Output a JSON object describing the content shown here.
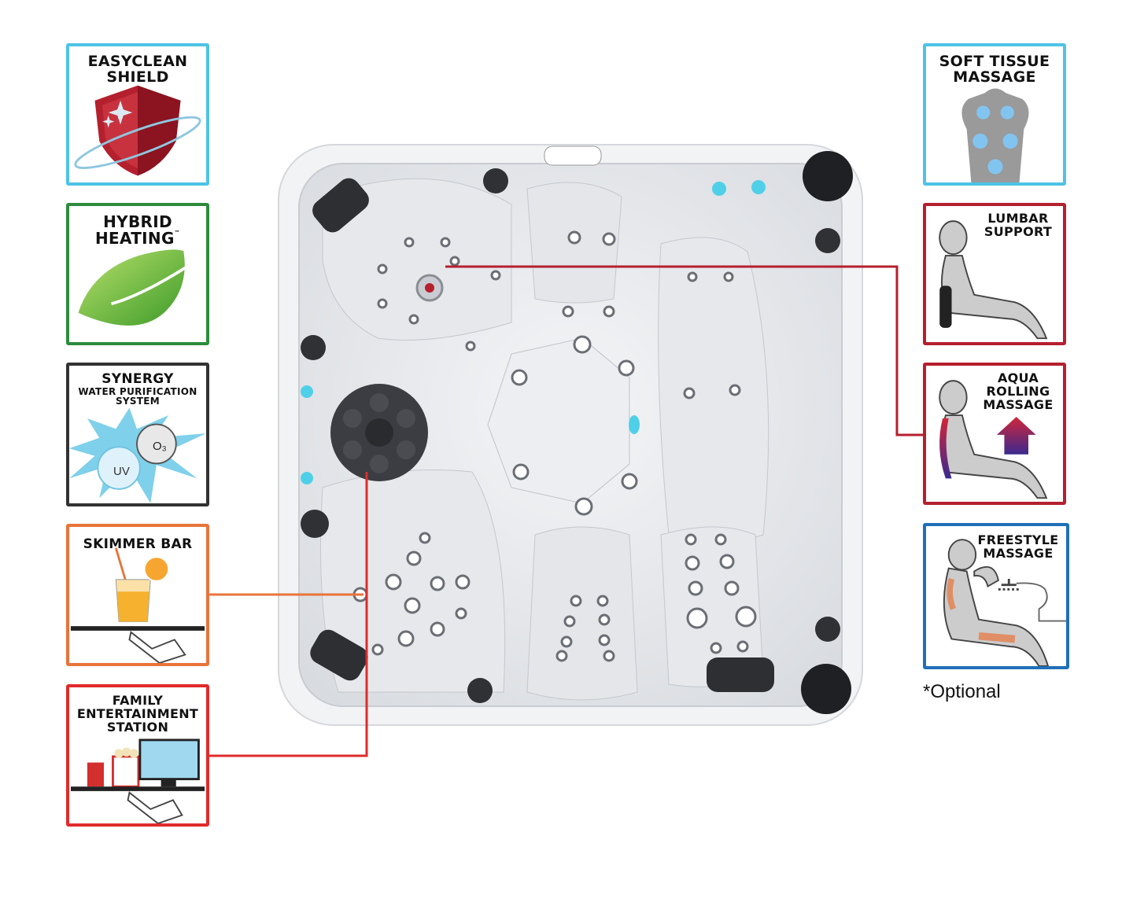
{
  "left_features": [
    {
      "title_lines": [
        "EASYCLEAN",
        "SHIELD"
      ],
      "icon": "shield-icon",
      "border_color": "#4ec3e6"
    },
    {
      "title_lines": [
        "HYBRID",
        "HEATING"
      ],
      "trademark": "™",
      "icon": "leaf-icon",
      "border_color": "#2e8b3e"
    },
    {
      "title_lines": [
        "SYNERGY",
        "WATER PURIFICATION",
        "SYSTEM"
      ],
      "o3_label": "O₃",
      "uv_label": "UV",
      "icon": "water-purification-icon",
      "border_color": "#333333"
    },
    {
      "title_lines": [
        "SKIMMER BAR"
      ],
      "icon": "drink-tray-icon",
      "border_color": "#e8743b"
    },
    {
      "title_lines": [
        "FAMILY",
        "ENTERTAINMENT",
        "STATION"
      ],
      "icon": "entertainment-tray-icon",
      "border_color": "#e02b2b"
    }
  ],
  "right_features": [
    {
      "title_lines": [
        "SOFT TISSUE",
        "MASSAGE"
      ],
      "icon": "back-massage-icon",
      "border_color": "#4ec3e6"
    },
    {
      "title_lines": [
        "LUMBAR",
        "SUPPORT"
      ],
      "icon": "lumbar-support-icon",
      "border_color": "#b5202e"
    },
    {
      "title_lines": [
        "AQUA",
        "ROLLING",
        "MASSAGE"
      ],
      "icon": "rolling-massage-icon",
      "border_color": "#b5202e"
    },
    {
      "title_lines": [
        "FREESTYLE",
        "MASSAGE"
      ],
      "icon": "freestyle-massage-icon",
      "border_color": "#1f6fb8"
    }
  ],
  "footnote": "*Optional",
  "colors": {
    "connector_red": "#b5202e",
    "connector_orange": "#e8743b",
    "connector_bright_red": "#e02b2b",
    "tub_accent": "#4fd0e8"
  }
}
